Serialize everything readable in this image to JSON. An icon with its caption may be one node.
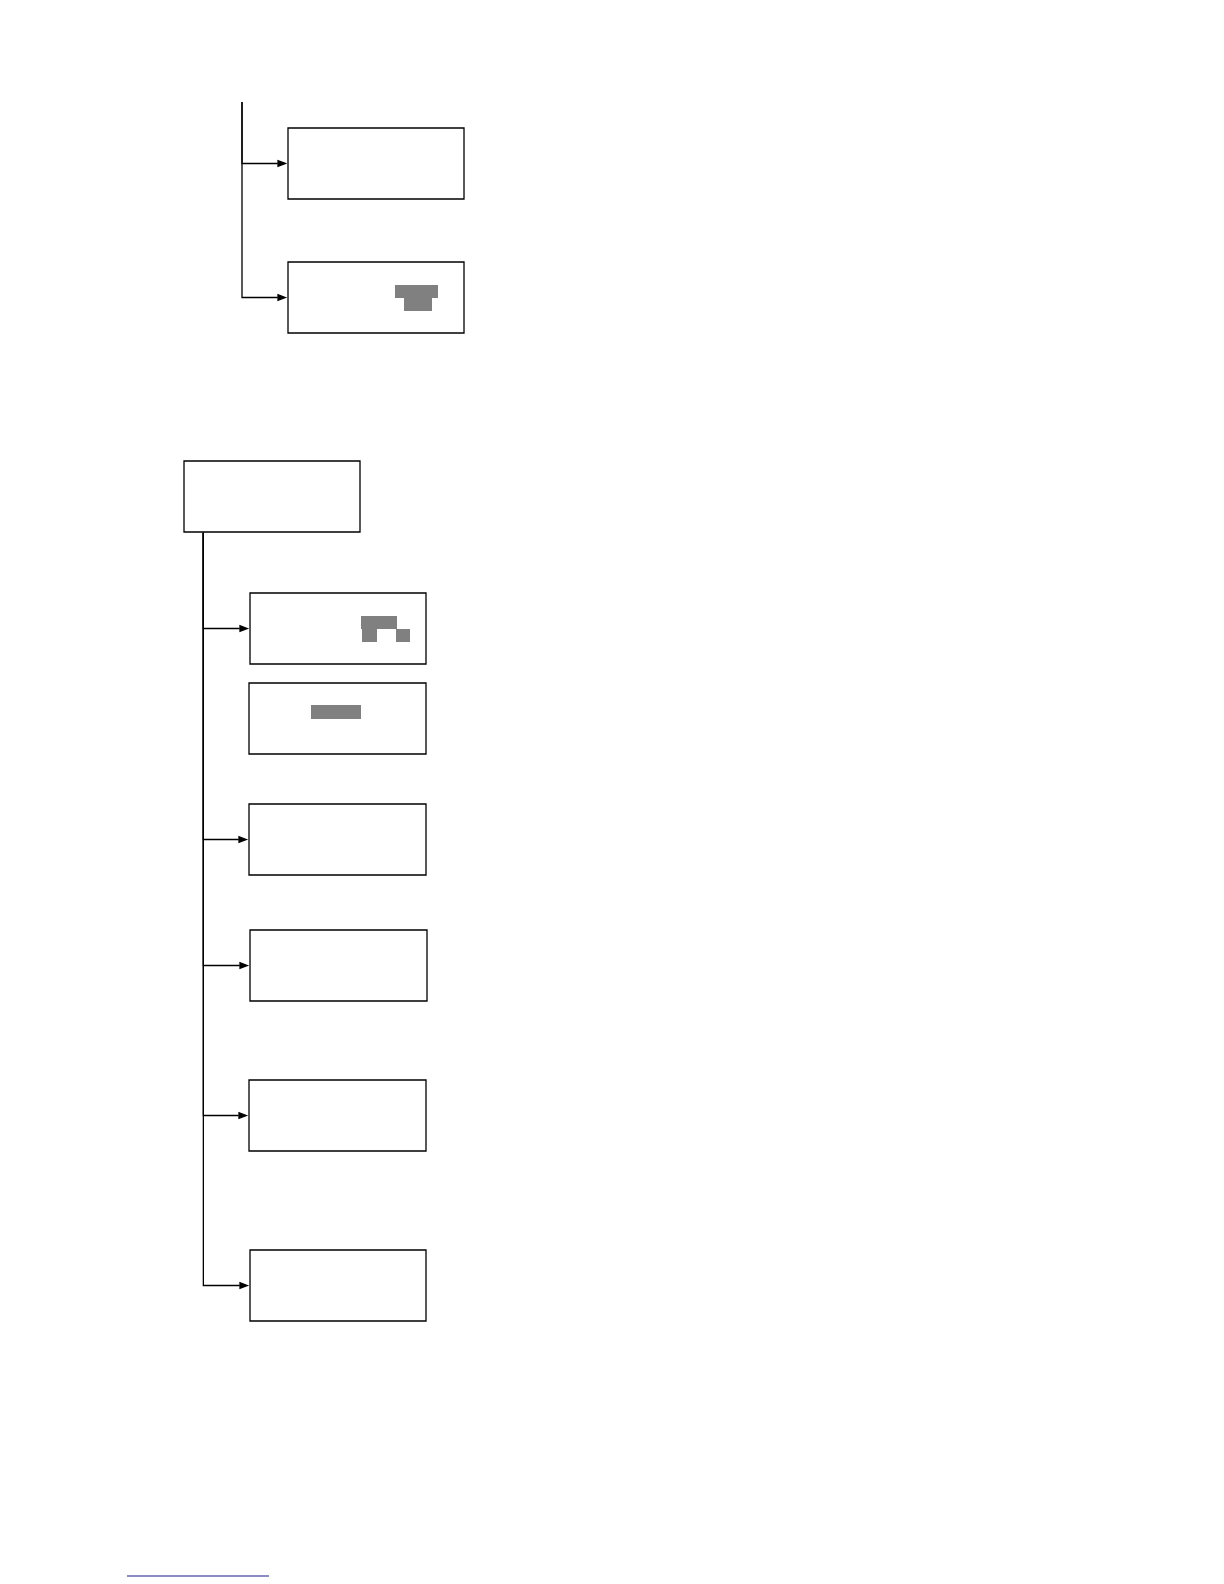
{
  "diagram": {
    "nodes": [
      {
        "text": [],
        "shape": "box"
      },
      {
        "text": [],
        "shape": "box"
      },
      {
        "text": [],
        "shape": "box"
      },
      {
        "text": [],
        "shape": "box"
      },
      {
        "text": [],
        "shape": "box"
      },
      {
        "text": [],
        "shape": "box"
      },
      {
        "text": [],
        "shape": "box"
      },
      {
        "text": [],
        "shape": "box"
      },
      {
        "text": [],
        "shape": "box"
      }
    ],
    "edges": [
      {
        "from": null,
        "to": 0,
        "arrow": "to"
      },
      {
        "from": null,
        "to": 1,
        "arrow": "to"
      },
      {
        "from": 2,
        "to": 3,
        "arrow": "to"
      },
      {
        "from": 2,
        "to": 5,
        "arrow": "to"
      },
      {
        "from": 2,
        "to": 6,
        "arrow": "to"
      },
      {
        "from": 2,
        "to": 7,
        "arrow": "to"
      },
      {
        "from": 2,
        "to": 8,
        "arrow": "to"
      }
    ]
  }
}
